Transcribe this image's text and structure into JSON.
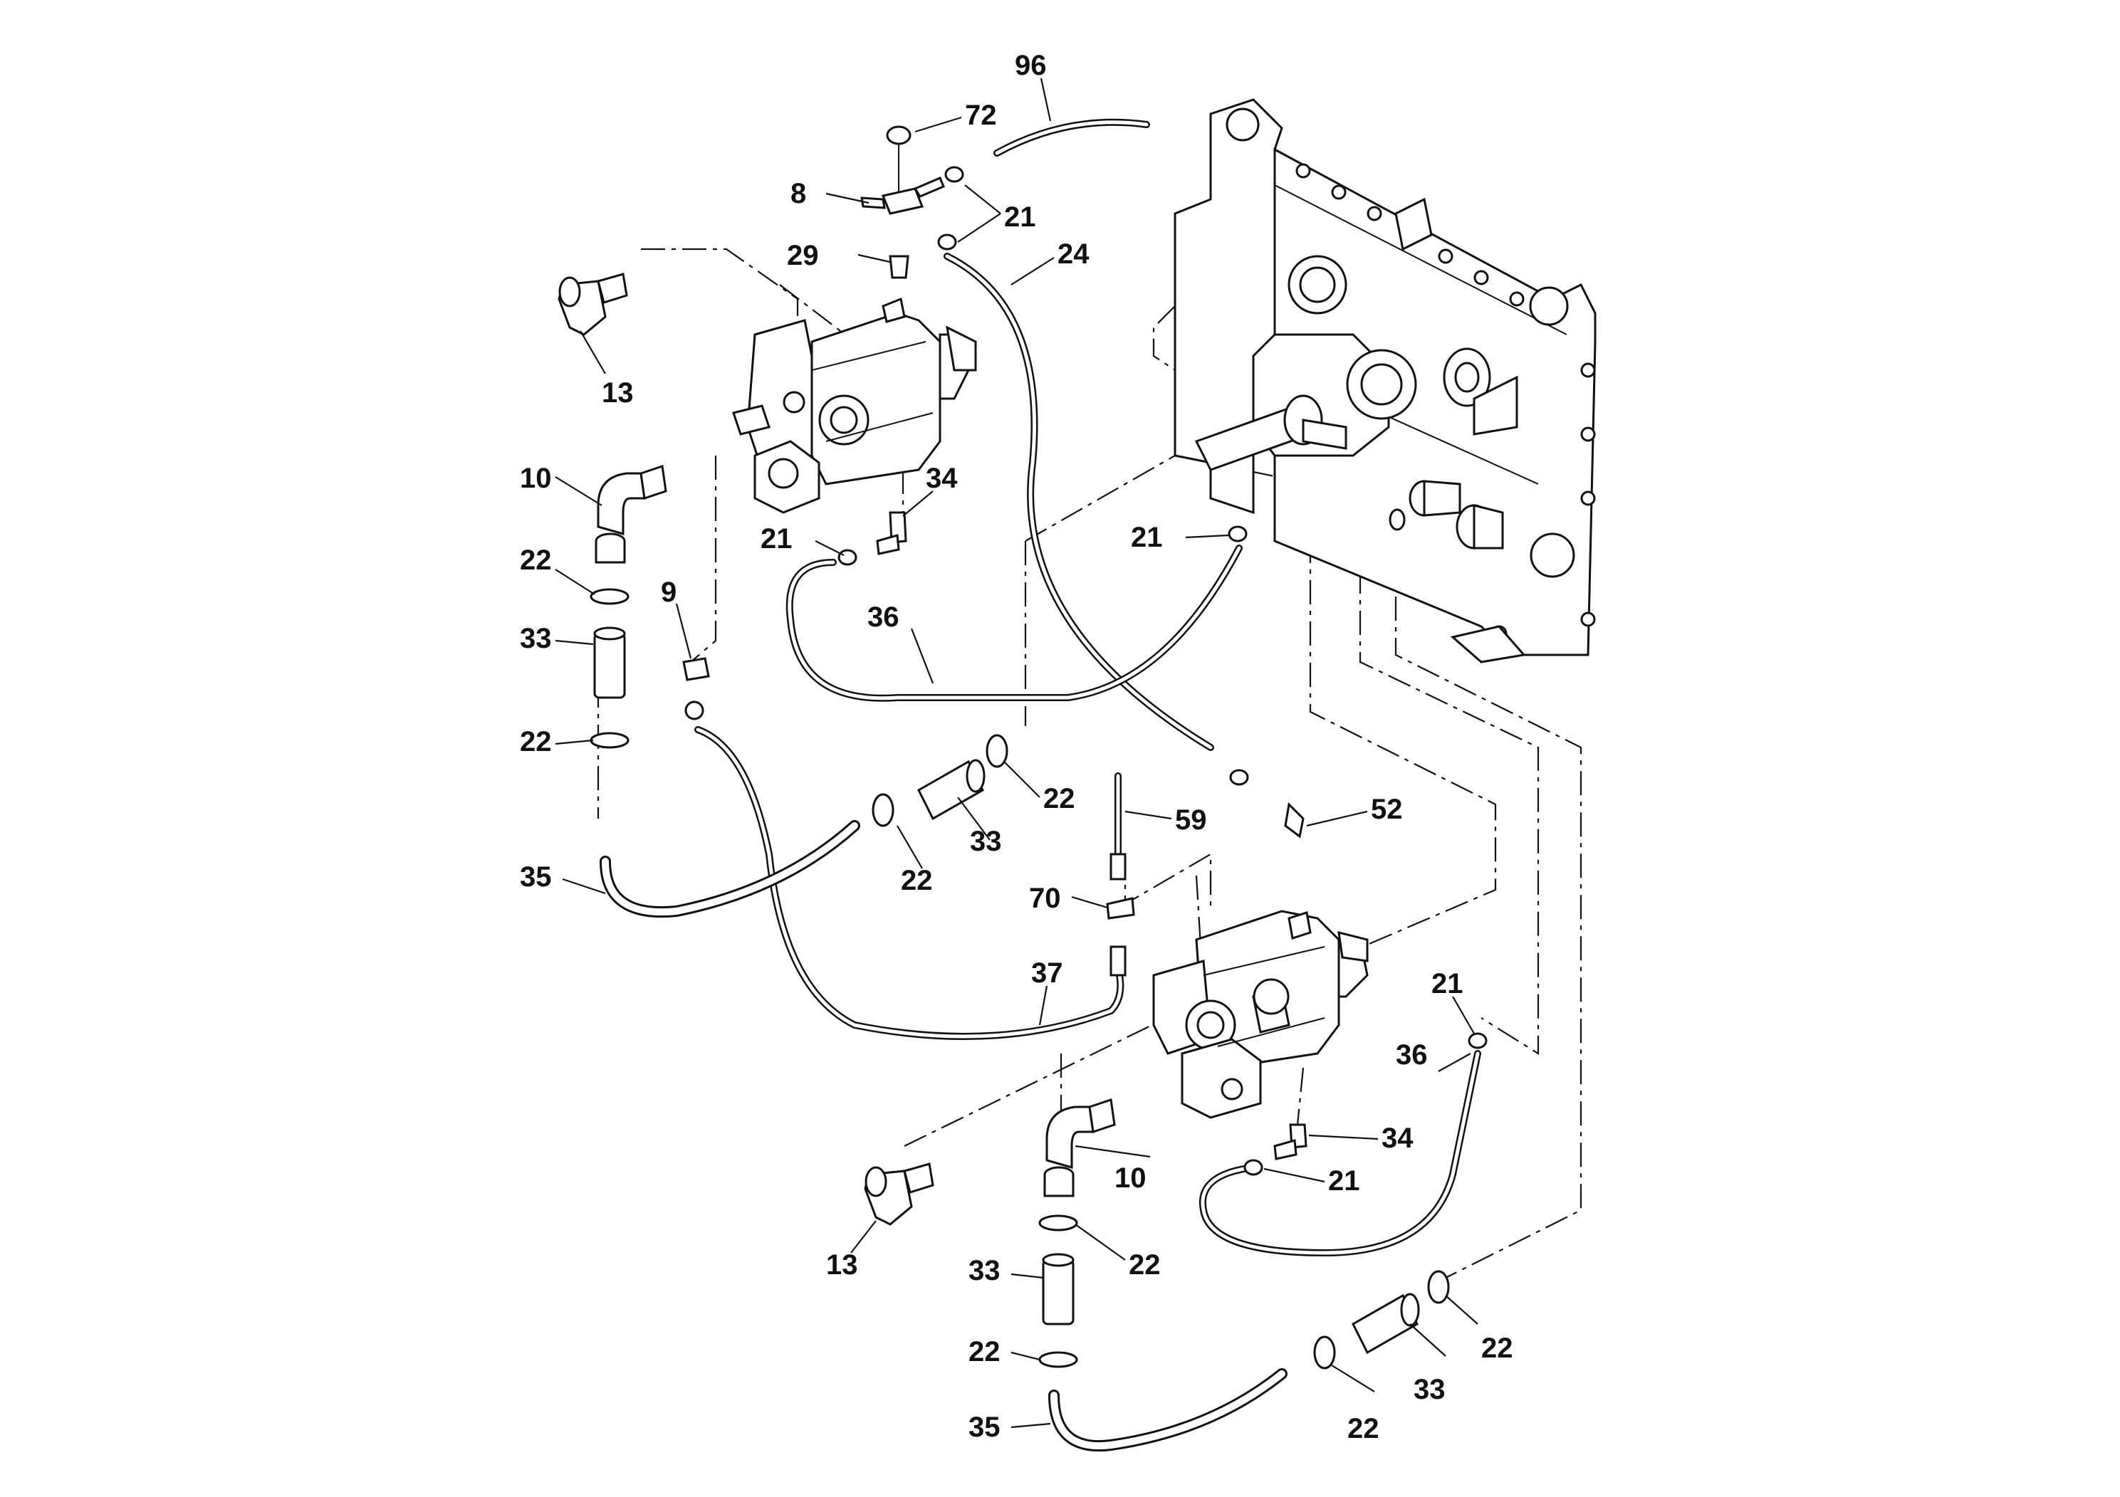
{
  "callouts": {
    "c96": "96",
    "c72": "72",
    "c8": "8",
    "c21_top": "21",
    "c29": "29",
    "c24": "24",
    "c13_top": "13",
    "c10_top": "10",
    "c34_top": "34",
    "c22_a": "22",
    "c21_left": "21",
    "c21_mid": "21",
    "c9": "9",
    "c36_top": "36",
    "c33_a": "33",
    "c22_b": "22",
    "c22_c": "22",
    "c33_b": "33",
    "c22_d": "22",
    "c59": "59",
    "c52": "52",
    "c35_top": "35",
    "c70": "70",
    "c37": "37",
    "c21_right": "21",
    "c36_bot": "36",
    "c34_bot": "34",
    "c10_bot": "10",
    "c21_bot": "21",
    "c13_bot": "13",
    "c33_c": "33",
    "c22_e": "22",
    "c22_f": "22",
    "c22_g": "22",
    "c35_bot": "35",
    "c22_h": "22",
    "c33_d": "33"
  }
}
